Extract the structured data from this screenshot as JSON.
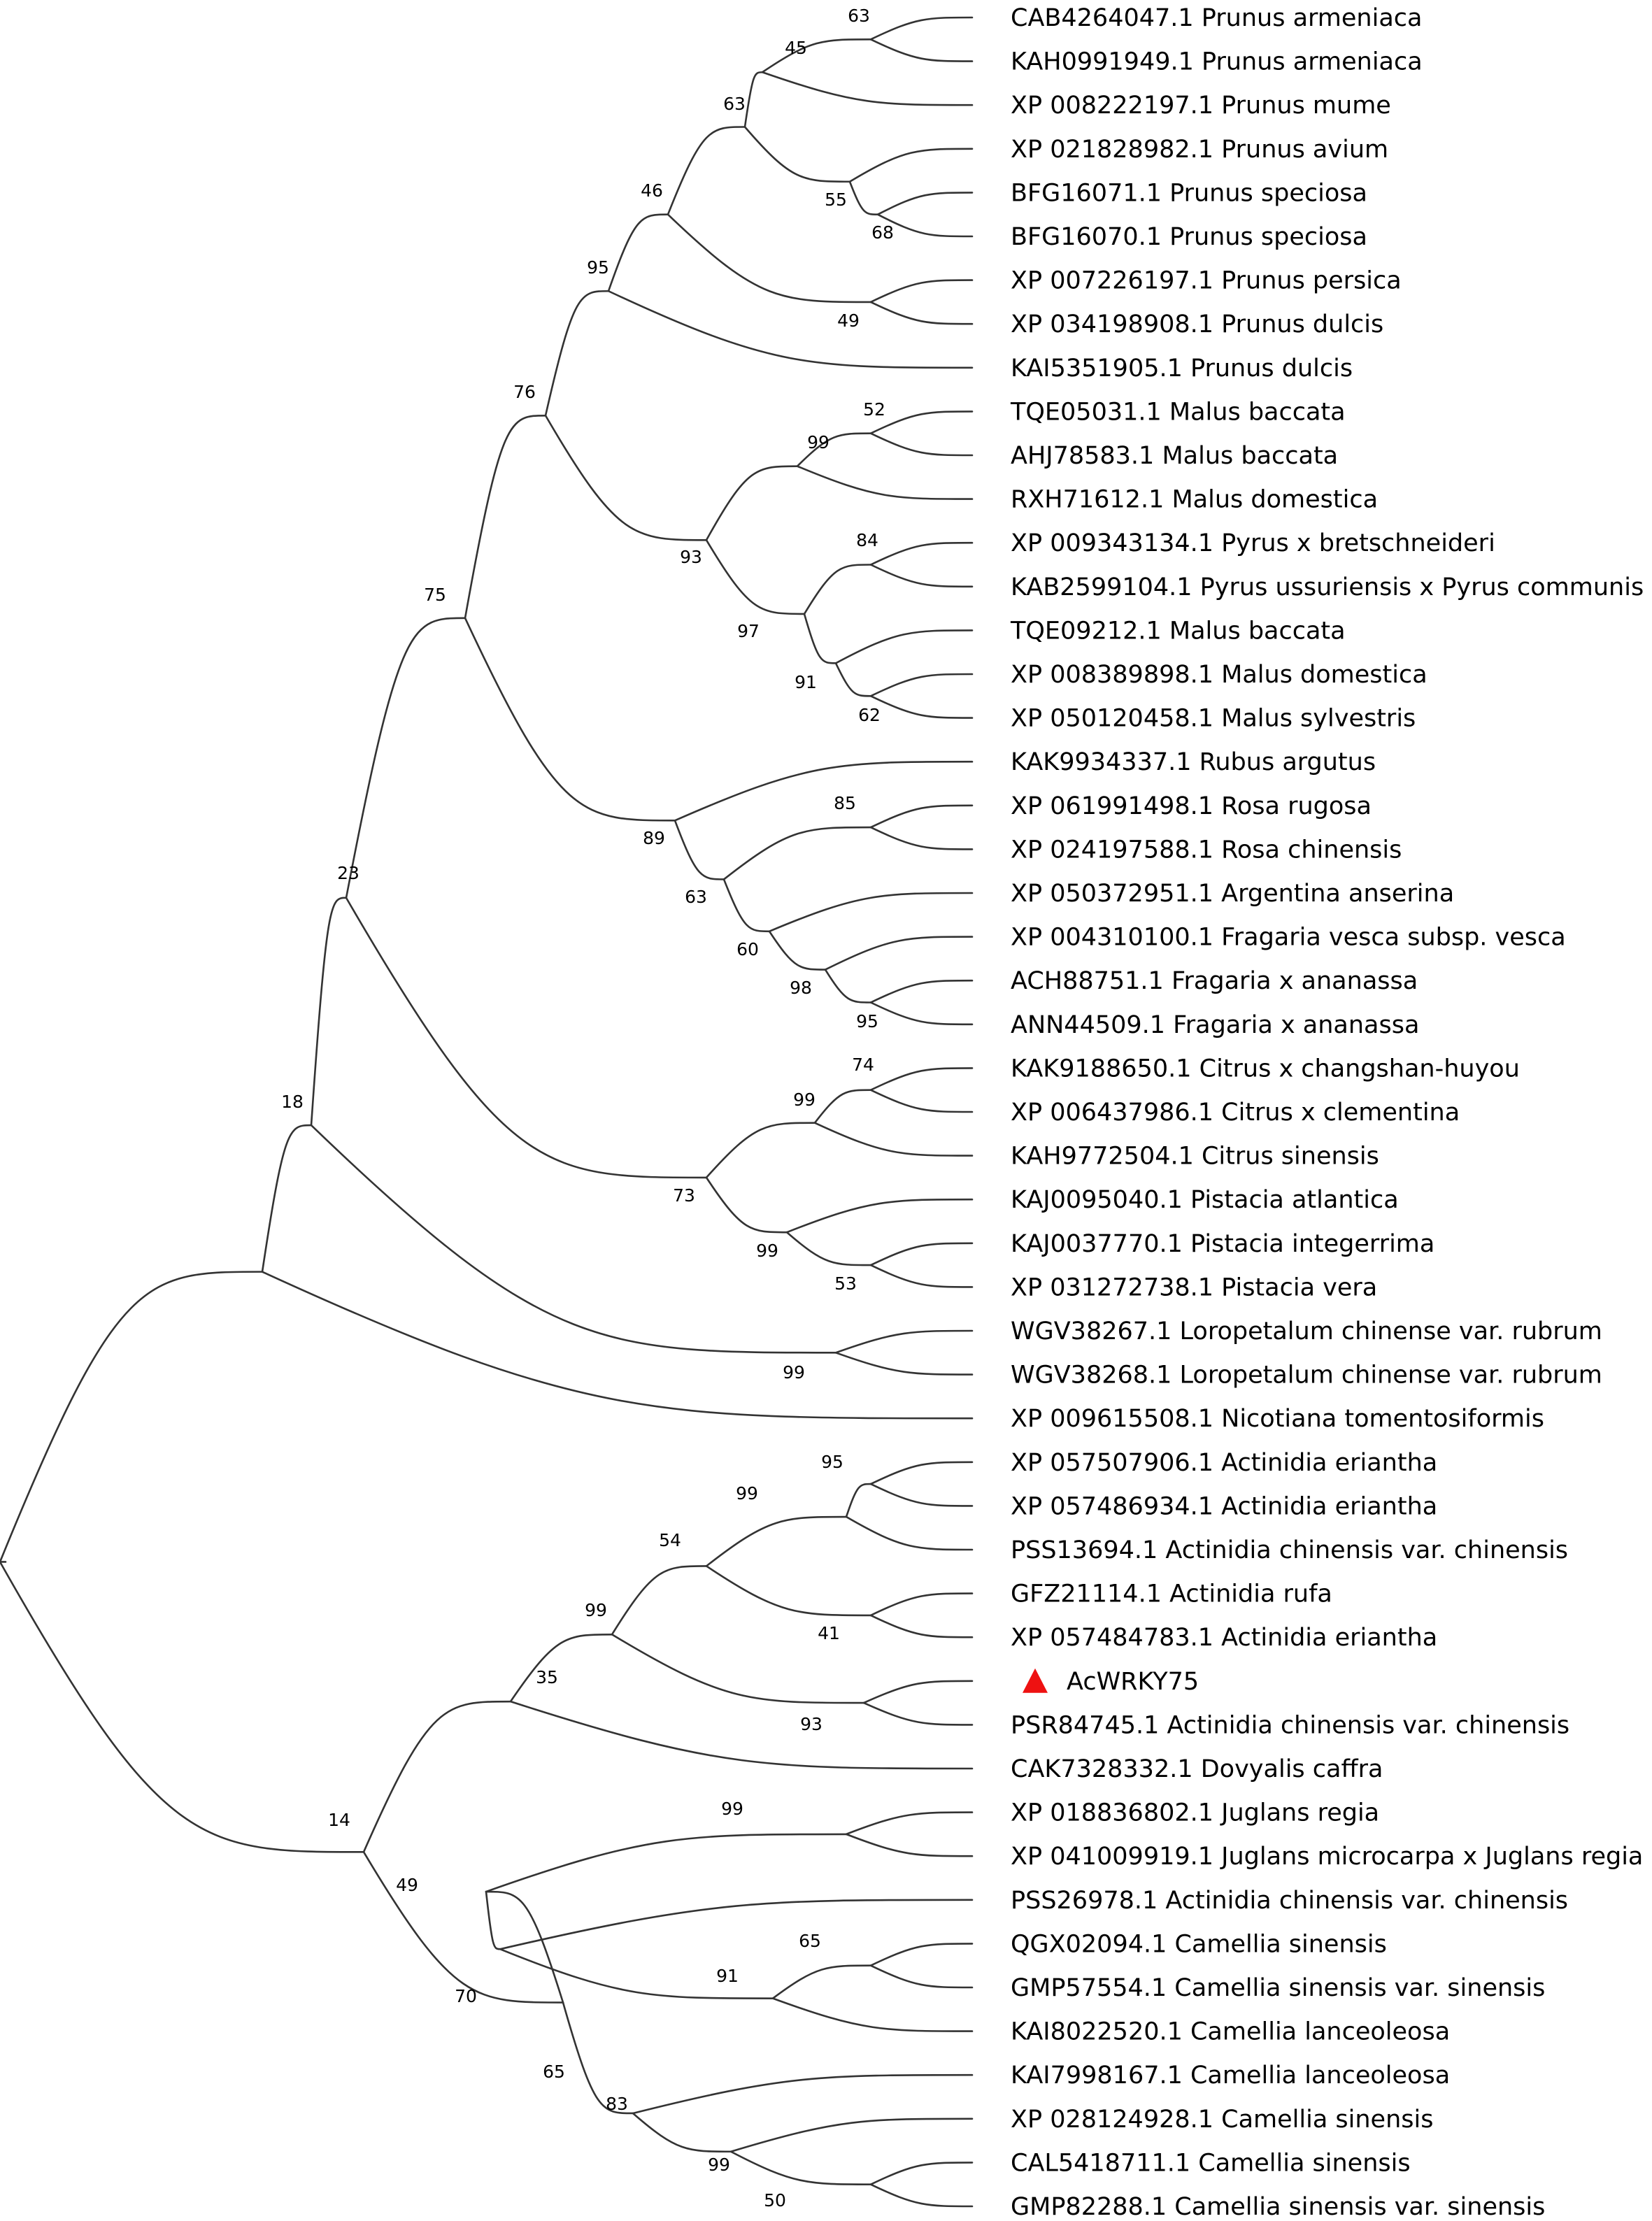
{
  "colors": {
    "branch": "#333333",
    "marker": "#ee1111",
    "text": "#000000"
  },
  "leaves": [
    "CAB4264047.1 Prunus armeniaca",
    "KAH0991949.1 Prunus armeniaca",
    "XP 008222197.1 Prunus mume",
    "XP 021828982.1 Prunus avium",
    "BFG16071.1 Prunus speciosa",
    "BFG16070.1 Prunus speciosa",
    "XP 007226197.1 Prunus persica",
    "XP 034198908.1 Prunus dulcis",
    "KAI5351905.1 Prunus dulcis",
    "TQE05031.1 Malus baccata",
    "AHJ78583.1 Malus baccata",
    "RXH71612.1 Malus domestica",
    "XP 009343134.1 Pyrus x bretschneideri",
    "KAB2599104.1 Pyrus ussuriensis x Pyrus communis",
    "TQE09212.1 Malus baccata",
    "XP 008389898.1 Malus domestica",
    "XP 050120458.1 Malus sylvestris",
    "KAK9934337.1 Rubus argutus",
    "XP 061991498.1 Rosa rugosa",
    "XP 024197588.1 Rosa chinensis",
    "XP 050372951.1 Argentina anserina",
    "XP 004310100.1 Fragaria vesca subsp. vesca",
    "ACH88751.1 Fragaria x ananassa",
    "ANN44509.1 Fragaria x ananassa",
    "KAK9188650.1 Citrus x changshan-huyou",
    "XP 006437986.1 Citrus x clementina",
    "KAH9772504.1 Citrus sinensis",
    "KAJ0095040.1 Pistacia atlantica",
    "KAJ0037770.1 Pistacia integerrima",
    "XP 031272738.1 Pistacia vera",
    "WGV38267.1 Loropetalum chinense var. rubrum",
    "WGV38268.1 Loropetalum chinense var. rubrum",
    "XP 009615508.1 Nicotiana tomentosiformis",
    "XP 057507906.1 Actinidia eriantha",
    "XP 057486934.1 Actinidia eriantha",
    "PSS13694.1 Actinidia chinensis var. chinensis",
    "GFZ21114.1 Actinidia rufa",
    "XP 057484783.1 Actinidia eriantha",
    "AcWRKY75",
    "PSR84745.1 Actinidia chinensis var. chinensis",
    "CAK7328332.1 Dovyalis caffra",
    "XP 018836802.1 Juglans regia",
    "XP 041009919.1 Juglans microcarpa x Juglans regia",
    "PSS26978.1 Actinidia chinensis var. chinensis",
    "QGX02094.1 Camellia sinensis",
    "GMP57554.1 Camellia sinensis var. sinensis",
    "KAI8022520.1 Camellia lanceoleosa",
    "KAI7998167.1 Camellia lanceoleosa",
    "XP 028124928.1 Camellia sinensis",
    "CAL5418711.1 Camellia sinensis",
    "GMP82288.1 Camellia sinensis var. sinensis"
  ],
  "highlight": {
    "leaf_index": 38,
    "marker": "red-triangle"
  },
  "bootstrap": [
    "63",
    "45",
    "63",
    "55",
    "68",
    "46",
    "49",
    "95",
    "76",
    "52",
    "99",
    "84",
    "97",
    "91",
    "62",
    "93",
    "75",
    "85",
    "89",
    "63",
    "60",
    "98",
    "95",
    "74",
    "99",
    "73",
    "99",
    "53",
    "23",
    "99",
    "18",
    "95",
    "99",
    "54",
    "41",
    "99",
    "93",
    "35",
    "99",
    "65",
    "91",
    "49",
    "70",
    "65",
    "83",
    "99",
    "50",
    "14"
  ]
}
